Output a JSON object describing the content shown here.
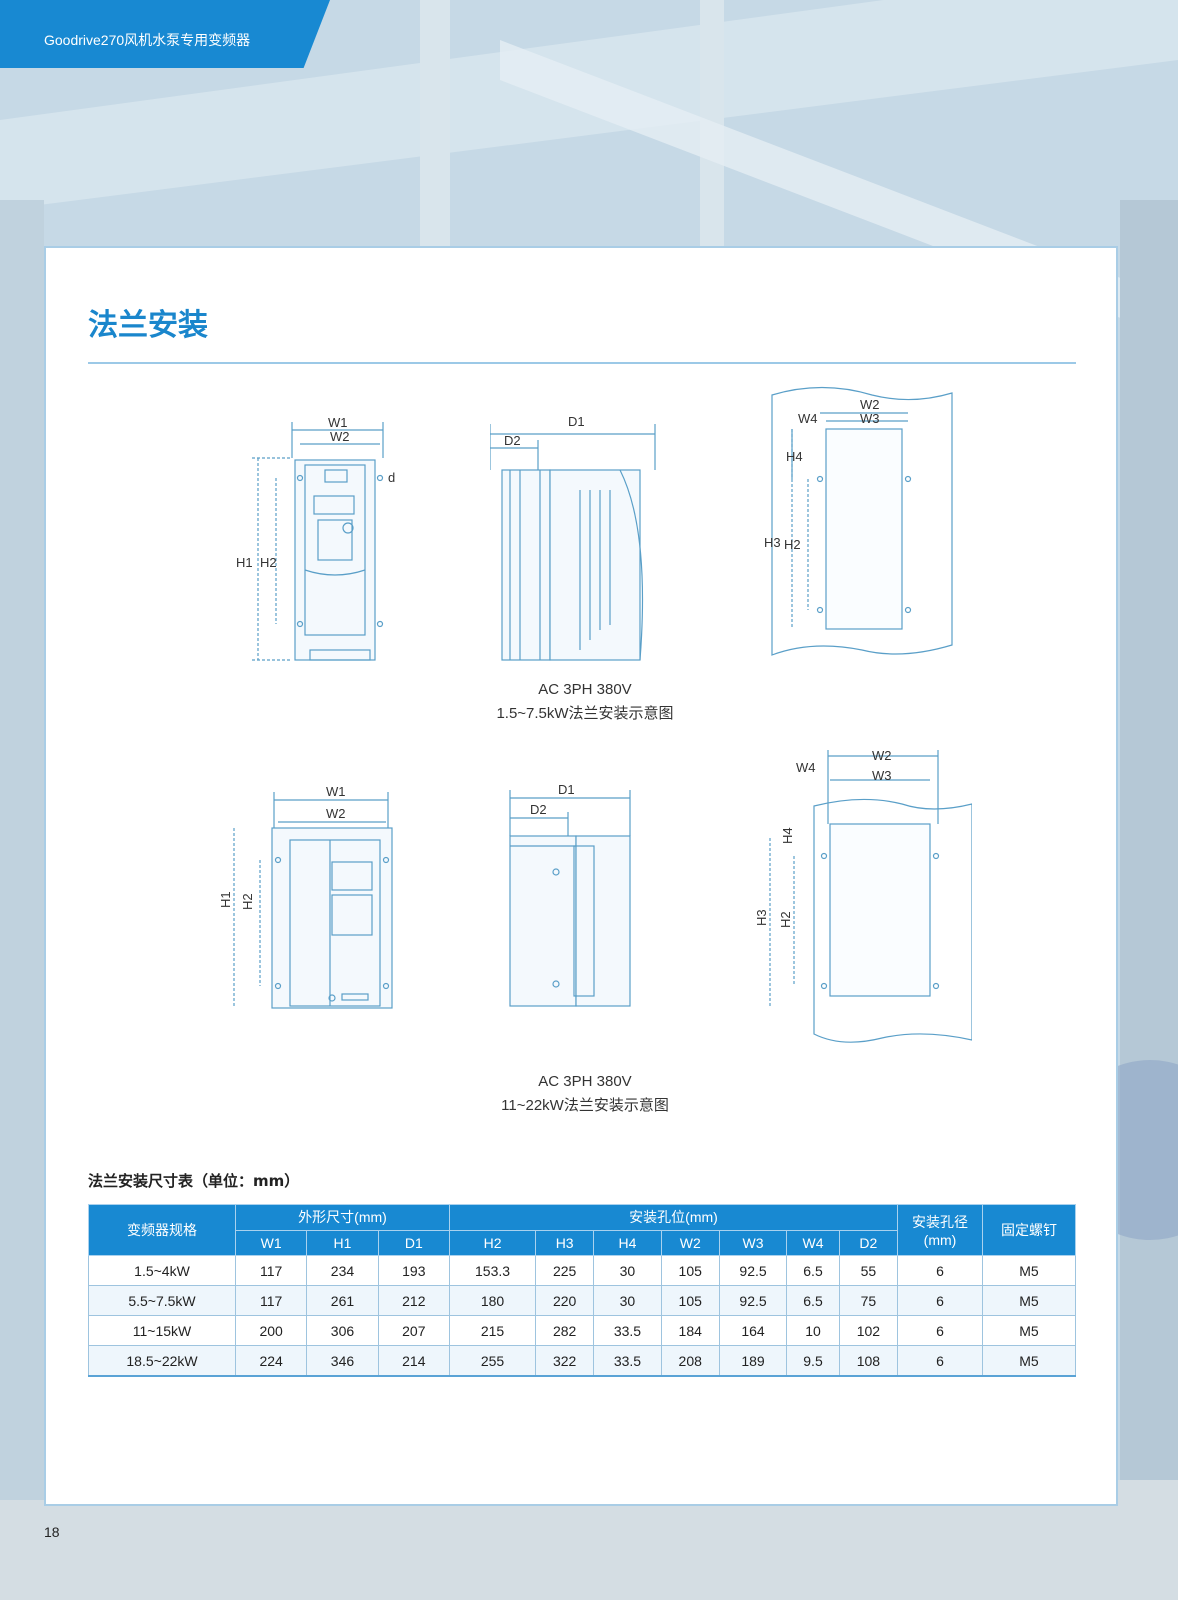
{
  "header": {
    "title": "Goodrive270风机水泵专用变频器"
  },
  "section": {
    "title": "法兰安装"
  },
  "diagrams": {
    "group1": {
      "caption_line1": "AC 3PH 380V",
      "caption_line2": "1.5~7.5kW法兰安装示意图"
    },
    "group2": {
      "caption_line1": "AC 3PH 380V",
      "caption_line2": "11~22kW法兰安装示意图"
    },
    "labels": {
      "w1": "W1",
      "w2": "W2",
      "w3": "W3",
      "w4": "W4",
      "h1": "H1",
      "h2": "H2",
      "h3": "H3",
      "h4": "H4",
      "d1": "D1",
      "d2": "D2",
      "d": "d"
    }
  },
  "table": {
    "caption": "法兰安装尺寸表（单位：mm）",
    "header_group": {
      "model": "变频器规格",
      "outline": "外形尺寸(mm)",
      "holes": "安装孔位(mm)",
      "hole_dia": "安装孔径(mm)",
      "screw": "固定螺钉"
    },
    "subheaders": [
      "W1",
      "H1",
      "D1",
      "H2",
      "H3",
      "H4",
      "W2",
      "W3",
      "W4",
      "D2"
    ],
    "rows": [
      [
        "1.5~4kW",
        "117",
        "234",
        "193",
        "153.3",
        "225",
        "30",
        "105",
        "92.5",
        "6.5",
        "55",
        "6",
        "M5"
      ],
      [
        "5.5~7.5kW",
        "117",
        "261",
        "212",
        "180",
        "220",
        "30",
        "105",
        "92.5",
        "6.5",
        "75",
        "6",
        "M5"
      ],
      [
        "11~15kW",
        "200",
        "306",
        "207",
        "215",
        "282",
        "33.5",
        "184",
        "164",
        "10",
        "102",
        "6",
        "M5"
      ],
      [
        "18.5~22kW",
        "224",
        "346",
        "214",
        "255",
        "322",
        "33.5",
        "208",
        "189",
        "9.5",
        "108",
        "6",
        "M5"
      ]
    ]
  },
  "page": {
    "number": "18"
  },
  "colors": {
    "accent": "#1889d2",
    "line_art": "#5a9fc8"
  }
}
